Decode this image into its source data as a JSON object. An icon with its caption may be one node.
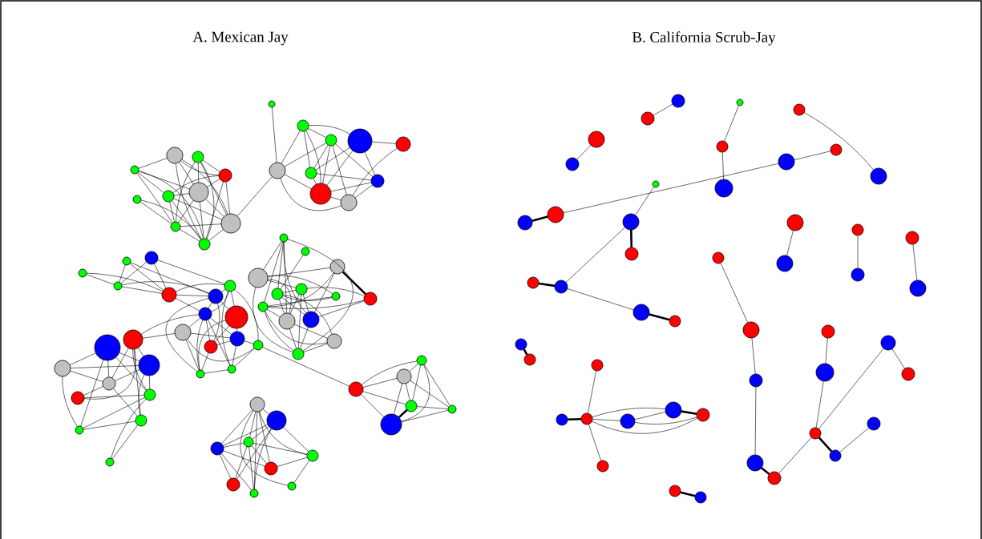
{
  "diagram": {
    "labels": [
      "A. Mexican Jay",
      "B. California Scrub-Jay"
    ],
    "nodes": [
      {
        "text": [],
        "shape": "circle"
      },
      {
        "text": [],
        "shape": "circle"
      },
      {
        "text": [],
        "shape": "circle"
      },
      {
        "text": [],
        "shape": "circle"
      },
      {
        "text": [],
        "shape": "circle"
      },
      {
        "text": [],
        "shape": "circle"
      },
      {
        "text": [],
        "shape": "circle"
      },
      {
        "text": [],
        "shape": "circle"
      },
      {
        "text": [],
        "shape": "circle"
      },
      {
        "text": [],
        "shape": "circle"
      },
      {
        "text": [],
        "shape": "circle"
      },
      {
        "text": [],
        "shape": "circle"
      },
      {
        "text": [],
        "shape": "circle"
      },
      {
        "text": [],
        "shape": "circle"
      },
      {
        "text": [],
        "shape": "circle"
      },
      {
        "text": [],
        "shape": "circle"
      },
      {
        "text": [],
        "shape": "circle"
      },
      {
        "text": [],
        "shape": "circle"
      },
      {
        "text": [],
        "shape": "circle"
      },
      {
        "text": [],
        "shape": "circle"
      },
      {
        "text": [],
        "shape": "circle"
      },
      {
        "text": [],
        "shape": "circle"
      },
      {
        "text": [],
        "shape": "circle"
      },
      {
        "text": [],
        "shape": "circle"
      },
      {
        "text": [],
        "shape": "circle"
      },
      {
        "text": [],
        "shape": "circle"
      },
      {
        "text": [],
        "shape": "circle"
      },
      {
        "text": [],
        "shape": "circle"
      },
      {
        "text": [],
        "shape": "circle"
      },
      {
        "text": [],
        "shape": "circle"
      },
      {
        "text": [],
        "shape": "circle"
      },
      {
        "text": [],
        "shape": "circle"
      },
      {
        "text": [],
        "shape": "circle"
      },
      {
        "text": [],
        "shape": "circle"
      },
      {
        "text": [],
        "shape": "circle"
      },
      {
        "text": [],
        "shape": "circle"
      },
      {
        "text": [],
        "shape": "circle"
      },
      {
        "text": [],
        "shape": "circle"
      },
      {
        "text": [],
        "shape": "circle"
      },
      {
        "text": [],
        "shape": "circle"
      },
      {
        "text": [],
        "shape": "circle"
      },
      {
        "text": [],
        "shape": "circle"
      },
      {
        "text": [],
        "shape": "circle"
      },
      {
        "text": [],
        "shape": "circle"
      },
      {
        "text": [],
        "shape": "circle"
      },
      {
        "text": [],
        "shape": "circle"
      },
      {
        "text": [],
        "shape": "circle"
      },
      {
        "text": [],
        "shape": "circle"
      },
      {
        "text": [],
        "shape": "circle"
      },
      {
        "text": [],
        "shape": "circle"
      },
      {
        "text": [],
        "shape": "circle"
      },
      {
        "text": [],
        "shape": "circle"
      },
      {
        "text": [],
        "shape": "circle"
      },
      {
        "text": [],
        "shape": "circle"
      },
      {
        "text": [],
        "shape": "circle"
      },
      {
        "text": [],
        "shape": "circle"
      },
      {
        "text": [],
        "shape": "circle"
      },
      {
        "text": [],
        "shape": "circle"
      },
      {
        "text": [],
        "shape": "circle"
      },
      {
        "text": [],
        "shape": "circle"
      },
      {
        "text": [],
        "shape": "circle"
      },
      {
        "text": [],
        "shape": "circle"
      },
      {
        "text": [],
        "shape": "circle"
      },
      {
        "text": [],
        "shape": "circle"
      },
      {
        "text": [],
        "shape": "circle"
      },
      {
        "text": [],
        "shape": "circle"
      },
      {
        "text": [],
        "shape": "circle"
      },
      {
        "text": [],
        "shape": "circle"
      },
      {
        "text": [],
        "shape": "circle"
      },
      {
        "text": [],
        "shape": "circle"
      },
      {
        "text": [],
        "shape": "circle"
      },
      {
        "text": [],
        "shape": "circle"
      },
      {
        "text": [],
        "shape": "circle"
      },
      {
        "text": [],
        "shape": "circle"
      },
      {
        "text": [],
        "shape": "circle"
      },
      {
        "text": [],
        "shape": "circle"
      },
      {
        "text": [],
        "shape": "circle"
      },
      {
        "text": [],
        "shape": "circle"
      },
      {
        "text": [],
        "shape": "circle"
      },
      {
        "text": [],
        "shape": "circle"
      },
      {
        "text": [],
        "shape": "circle"
      },
      {
        "text": [],
        "shape": "circle"
      },
      {
        "text": [],
        "shape": "circle"
      },
      {
        "text": [],
        "shape": "circle"
      },
      {
        "text": [],
        "shape": "circle"
      },
      {
        "text": [],
        "shape": "circle"
      },
      {
        "text": [],
        "shape": "circle"
      },
      {
        "text": [],
        "shape": "circle"
      },
      {
        "text": [],
        "shape": "circle"
      },
      {
        "text": [],
        "shape": "circle"
      },
      {
        "text": [],
        "shape": "circle"
      },
      {
        "text": [],
        "shape": "circle"
      },
      {
        "text": [],
        "shape": "circle"
      },
      {
        "text": [],
        "shape": "circle"
      },
      {
        "text": [],
        "shape": "circle"
      },
      {
        "text": [],
        "shape": "circle"
      },
      {
        "text": [],
        "shape": "circle"
      },
      {
        "text": [],
        "shape": "circle"
      },
      {
        "text": [],
        "shape": "circle"
      },
      {
        "text": [],
        "shape": "circle"
      },
      {
        "text": [],
        "shape": "circle"
      },
      {
        "text": [],
        "shape": "circle"
      },
      {
        "text": [],
        "shape": "circle"
      },
      {
        "text": [],
        "shape": "circle"
      },
      {
        "text": [],
        "shape": "circle"
      },
      {
        "text": [],
        "shape": "circle"
      },
      {
        "text": [],
        "shape": "circle"
      },
      {
        "text": [],
        "shape": "circle"
      },
      {
        "text": [],
        "shape": "circle"
      },
      {
        "text": [],
        "shape": "circle"
      },
      {
        "text": [],
        "shape": "circle"
      },
      {
        "text": [],
        "shape": "circle"
      },
      {
        "text": [],
        "shape": "circle"
      },
      {
        "text": [],
        "shape": "circle"
      },
      {
        "text": [],
        "shape": "circle"
      },
      {
        "text": [],
        "shape": "circle"
      },
      {
        "text": [],
        "shape": "circle"
      },
      {
        "text": [],
        "shape": "circle"
      },
      {
        "text": [],
        "shape": "circle"
      },
      {
        "text": [],
        "shape": "circle"
      },
      {
        "text": [],
        "shape": "circle"
      },
      {
        "text": [],
        "shape": "circle"
      }
    ],
    "edges": [
      {
        "from": 0,
        "to": 2,
        "arrow": "none"
      },
      {
        "from": 0,
        "to": 5,
        "arrow": "none"
      },
      {
        "from": 0,
        "to": 7,
        "arrow": "none"
      },
      {
        "from": 0,
        "to": 9,
        "arrow": "none"
      },
      {
        "from": 0,
        "to": 6,
        "arrow": "none"
      },
      {
        "from": 1,
        "to": 7,
        "arrow": "none"
      },
      {
        "from": 1,
        "to": 9,
        "arrow": "none"
      },
      {
        "from": 2,
        "to": 6,
        "arrow": "none"
      },
      {
        "from": 2,
        "to": 4,
        "arrow": "none"
      },
      {
        "from": 2,
        "to": 8,
        "arrow": "none"
      },
      {
        "from": 2,
        "to": 9,
        "arrow": "none"
      },
      {
        "from": 3,
        "to": 4,
        "arrow": "none"
      },
      {
        "from": 3,
        "to": 6,
        "arrow": "none"
      },
      {
        "from": 3,
        "to": 9,
        "arrow": "none"
      },
      {
        "from": 3,
        "to": 8,
        "arrow": "none"
      },
      {
        "from": 3,
        "to": 7,
        "arrow": "none"
      },
      {
        "from": 4,
        "to": 6,
        "arrow": "none"
      },
      {
        "from": 4,
        "to": 8,
        "arrow": "none"
      },
      {
        "from": 4,
        "to": 5,
        "arrow": "none"
      },
      {
        "from": 4,
        "to": 9,
        "arrow": "none"
      },
      {
        "from": 5,
        "to": 6,
        "arrow": "none"
      },
      {
        "from": 5,
        "to": 7,
        "arrow": "none"
      },
      {
        "from": 5,
        "to": 9,
        "arrow": "none"
      },
      {
        "from": 5,
        "to": 8,
        "arrow": "none"
      },
      {
        "from": 6,
        "to": 7,
        "arrow": "none"
      },
      {
        "from": 6,
        "to": 9,
        "arrow": "none"
      },
      {
        "from": 6,
        "to": 8,
        "arrow": "none"
      },
      {
        "from": 7,
        "to": 9,
        "arrow": "none"
      },
      {
        "from": 7,
        "to": 8,
        "arrow": "none"
      },
      {
        "from": 8,
        "to": 9,
        "arrow": "none"
      },
      {
        "from": 8,
        "to": 11,
        "arrow": "none"
      },
      {
        "from": 10,
        "to": 11,
        "arrow": "none"
      },
      {
        "from": 11,
        "to": 12,
        "arrow": "none"
      },
      {
        "from": 11,
        "to": 13,
        "arrow": "none"
      },
      {
        "from": 11,
        "to": 17,
        "arrow": "none"
      },
      {
        "from": 11,
        "to": 18,
        "arrow": "none"
      },
      {
        "from": 12,
        "to": 13,
        "arrow": "none"
      },
      {
        "from": 12,
        "to": 14,
        "arrow": "none"
      },
      {
        "from": 12,
        "to": 16,
        "arrow": "none"
      },
      {
        "from": 12,
        "to": 17,
        "arrow": "none"
      },
      {
        "from": 13,
        "to": 16,
        "arrow": "none"
      },
      {
        "from": 13,
        "to": 18,
        "arrow": "none"
      },
      {
        "from": 13,
        "to": 19,
        "arrow": "none"
      },
      {
        "from": 14,
        "to": 15,
        "arrow": "none"
      },
      {
        "from": 14,
        "to": 17,
        "arrow": "none"
      },
      {
        "from": 14,
        "to": 19,
        "arrow": "none"
      },
      {
        "from": 14,
        "to": 16,
        "arrow": "none"
      },
      {
        "from": 15,
        "to": 18,
        "arrow": "none"
      },
      {
        "from": 16,
        "to": 19,
        "arrow": "none"
      },
      {
        "from": 16,
        "to": 17,
        "arrow": "none"
      },
      {
        "from": 17,
        "to": 18,
        "arrow": "none"
      },
      {
        "from": 17,
        "to": 19,
        "arrow": "none"
      },
      {
        "from": 18,
        "to": 19,
        "arrow": "none"
      },
      {
        "from": 13,
        "to": 17,
        "arrow": "none"
      },
      {
        "from": 20,
        "to": 23,
        "arrow": "none"
      },
      {
        "from": 20,
        "to": 24,
        "arrow": "none"
      },
      {
        "from": 21,
        "to": 23,
        "arrow": "none"
      },
      {
        "from": 21,
        "to": 24,
        "arrow": "none"
      },
      {
        "from": 21,
        "to": 26,
        "arrow": "none"
      },
      {
        "from": 22,
        "to": 23,
        "arrow": "none"
      },
      {
        "from": 22,
        "to": 24,
        "arrow": "none"
      },
      {
        "from": 22,
        "to": 25,
        "arrow": "none"
      },
      {
        "from": 23,
        "to": 24,
        "arrow": "none"
      },
      {
        "from": 23,
        "to": 26,
        "arrow": "none"
      },
      {
        "from": 24,
        "to": 26,
        "arrow": "none"
      },
      {
        "from": 24,
        "to": 27,
        "arrow": "none"
      },
      {
        "from": 24,
        "to": 25,
        "arrow": "none"
      },
      {
        "from": 25,
        "to": 26,
        "arrow": "none"
      },
      {
        "from": 25,
        "to": 27,
        "arrow": "none"
      },
      {
        "from": 25,
        "to": 28,
        "arrow": "none"
      },
      {
        "from": 25,
        "to": 32,
        "arrow": "none"
      },
      {
        "from": 25,
        "to": 34,
        "arrow": "none"
      },
      {
        "from": 26,
        "to": 27,
        "arrow": "none"
      },
      {
        "from": 26,
        "to": 28,
        "arrow": "none"
      },
      {
        "from": 26,
        "to": 30,
        "arrow": "none"
      },
      {
        "from": 26,
        "to": 33,
        "arrow": "none"
      },
      {
        "from": 27,
        "to": 29,
        "arrow": "none"
      },
      {
        "from": 27,
        "to": 30,
        "arrow": "none"
      },
      {
        "from": 27,
        "to": 33,
        "arrow": "none"
      },
      {
        "from": 27,
        "to": 31,
        "arrow": "none"
      },
      {
        "from": 27,
        "to": 34,
        "arrow": "none"
      },
      {
        "from": 28,
        "to": 30,
        "arrow": "none"
      },
      {
        "from": 28,
        "to": 31,
        "arrow": "none"
      },
      {
        "from": 28,
        "to": 33,
        "arrow": "none"
      },
      {
        "from": 29,
        "to": 31,
        "arrow": "none"
      },
      {
        "from": 29,
        "to": 32,
        "arrow": "none"
      },
      {
        "from": 29,
        "to": 33,
        "arrow": "none"
      },
      {
        "from": 30,
        "to": 31,
        "arrow": "none"
      },
      {
        "from": 30,
        "to": 33,
        "arrow": "none"
      },
      {
        "from": 31,
        "to": 32,
        "arrow": "none"
      },
      {
        "from": 31,
        "to": 34,
        "arrow": "none"
      },
      {
        "from": 32,
        "to": 34,
        "arrow": "none"
      },
      {
        "from": 33,
        "to": 34,
        "arrow": "none"
      },
      {
        "from": 32,
        "to": 67,
        "arrow": "none"
      },
      {
        "from": 27,
        "to": 49,
        "arrow": "none"
      },
      {
        "from": 29,
        "to": 49,
        "arrow": "none"
      },
      {
        "from": 35,
        "to": 37,
        "arrow": "none"
      },
      {
        "from": 35,
        "to": 42,
        "arrow": "none"
      },
      {
        "from": 35,
        "to": 43,
        "arrow": "none"
      },
      {
        "from": 35,
        "to": 44,
        "arrow": "none"
      },
      {
        "from": 35,
        "to": 47,
        "arrow": "none"
      },
      {
        "from": 35,
        "to": 39,
        "arrow": "none"
      },
      {
        "from": 36,
        "to": 39,
        "arrow": "none"
      },
      {
        "from": 37,
        "to": 38,
        "arrow": "none"
      },
      {
        "from": 37,
        "to": 40,
        "arrow": "none"
      },
      {
        "from": 37,
        "to": 41,
        "arrow": "none"
      },
      {
        "from": 37,
        "to": 43,
        "arrow": "none"
      },
      {
        "from": 37,
        "to": 47,
        "arrow": "none"
      },
      {
        "from": 38,
        "to": 45,
        "arrow": "none",
        "style": "thick"
      },
      {
        "from": 38,
        "to": 42,
        "arrow": "none"
      },
      {
        "from": 38,
        "to": 44,
        "arrow": "none"
      },
      {
        "from": 39,
        "to": 40,
        "arrow": "none"
      },
      {
        "from": 39,
        "to": 41,
        "arrow": "none"
      },
      {
        "from": 39,
        "to": 43,
        "arrow": "none"
      },
      {
        "from": 39,
        "to": 44,
        "arrow": "none"
      },
      {
        "from": 39,
        "to": 46,
        "arrow": "none"
      },
      {
        "from": 40,
        "to": 43,
        "arrow": "none"
      },
      {
        "from": 40,
        "to": 44,
        "arrow": "none"
      },
      {
        "from": 40,
        "to": 45,
        "arrow": "none"
      },
      {
        "from": 40,
        "to": 47,
        "arrow": "none"
      },
      {
        "from": 41,
        "to": 42,
        "arrow": "none"
      },
      {
        "from": 42,
        "to": 43,
        "arrow": "none"
      },
      {
        "from": 42,
        "to": 46,
        "arrow": "none"
      },
      {
        "from": 42,
        "to": 47,
        "arrow": "none"
      },
      {
        "from": 43,
        "to": 47,
        "arrow": "none"
      },
      {
        "from": 44,
        "to": 45,
        "arrow": "none"
      },
      {
        "from": 44,
        "to": 47,
        "arrow": "none"
      },
      {
        "from": 45,
        "to": 42,
        "arrow": "none"
      },
      {
        "from": 46,
        "to": 47,
        "arrow": "none"
      },
      {
        "from": 43,
        "to": 46,
        "arrow": "none"
      },
      {
        "from": 48,
        "to": 50,
        "arrow": "none"
      },
      {
        "from": 48,
        "to": 52,
        "arrow": "none"
      },
      {
        "from": 48,
        "to": 51,
        "arrow": "none"
      },
      {
        "from": 48,
        "to": 54,
        "arrow": "none"
      },
      {
        "from": 48,
        "to": 56,
        "arrow": "none"
      },
      {
        "from": 49,
        "to": 51,
        "arrow": "none"
      },
      {
        "from": 49,
        "to": 52,
        "arrow": "none"
      },
      {
        "from": 49,
        "to": 53,
        "arrow": "none"
      },
      {
        "from": 49,
        "to": 54,
        "arrow": "none"
      },
      {
        "from": 49,
        "to": 55,
        "arrow": "none"
      },
      {
        "from": 50,
        "to": 51,
        "arrow": "none"
      },
      {
        "from": 50,
        "to": 52,
        "arrow": "none"
      },
      {
        "from": 50,
        "to": 56,
        "arrow": "none"
      },
      {
        "from": 51,
        "to": 52,
        "arrow": "none"
      },
      {
        "from": 51,
        "to": 54,
        "arrow": "none"
      },
      {
        "from": 51,
        "to": 55,
        "arrow": "none"
      },
      {
        "from": 52,
        "to": 53,
        "arrow": "none"
      },
      {
        "from": 52,
        "to": 55,
        "arrow": "none"
      },
      {
        "from": 53,
        "to": 54,
        "arrow": "none"
      },
      {
        "from": 54,
        "to": 56,
        "arrow": "none"
      },
      {
        "from": 54,
        "to": 57,
        "arrow": "none"
      },
      {
        "from": 55,
        "to": 56,
        "arrow": "none"
      },
      {
        "from": 55,
        "to": 57,
        "arrow": "none"
      },
      {
        "from": 58,
        "to": 59,
        "arrow": "none"
      },
      {
        "from": 58,
        "to": 60,
        "arrow": "none"
      },
      {
        "from": 58,
        "to": 61,
        "arrow": "none"
      },
      {
        "from": 58,
        "to": 63,
        "arrow": "none"
      },
      {
        "from": 58,
        "to": 65,
        "arrow": "none"
      },
      {
        "from": 58,
        "to": 62,
        "arrow": "none"
      },
      {
        "from": 58,
        "to": 66,
        "arrow": "none"
      },
      {
        "from": 59,
        "to": 60,
        "arrow": "none"
      },
      {
        "from": 59,
        "to": 61,
        "arrow": "none"
      },
      {
        "from": 59,
        "to": 62,
        "arrow": "none"
      },
      {
        "from": 59,
        "to": 64,
        "arrow": "none"
      },
      {
        "from": 59,
        "to": 65,
        "arrow": "none"
      },
      {
        "from": 60,
        "to": 61,
        "arrow": "none"
      },
      {
        "from": 60,
        "to": 63,
        "arrow": "none"
      },
      {
        "from": 60,
        "to": 64,
        "arrow": "none"
      },
      {
        "from": 60,
        "to": 65,
        "arrow": "none"
      },
      {
        "from": 61,
        "to": 62,
        "arrow": "none"
      },
      {
        "from": 61,
        "to": 63,
        "arrow": "none"
      },
      {
        "from": 61,
        "to": 65,
        "arrow": "none"
      },
      {
        "from": 62,
        "to": 63,
        "arrow": "none"
      },
      {
        "from": 62,
        "to": 66,
        "arrow": "none"
      },
      {
        "from": 61,
        "to": 64,
        "arrow": "none"
      },
      {
        "from": 67,
        "to": 68,
        "arrow": "none"
      },
      {
        "from": 67,
        "to": 69,
        "arrow": "none"
      },
      {
        "from": 67,
        "to": 71,
        "arrow": "none"
      },
      {
        "from": 67,
        "to": 70,
        "arrow": "none"
      },
      {
        "from": 68,
        "to": 69,
        "arrow": "none"
      },
      {
        "from": 68,
        "to": 70,
        "arrow": "none"
      },
      {
        "from": 68,
        "to": 71,
        "arrow": "none"
      },
      {
        "from": 68,
        "to": 72,
        "arrow": "none"
      },
      {
        "from": 69,
        "to": 70,
        "arrow": "none"
      },
      {
        "from": 69,
        "to": 71,
        "arrow": "none"
      },
      {
        "from": 69,
        "to": 72,
        "arrow": "none"
      },
      {
        "from": 70,
        "to": 72,
        "arrow": "none"
      },
      {
        "from": 71,
        "to": 72,
        "arrow": "none"
      },
      {
        "from": 71,
        "to": 70,
        "arrow": "none",
        "style": "thick"
      },
      {
        "from": 73,
        "to": 74,
        "arrow": "none"
      },
      {
        "from": 75,
        "to": 76,
        "arrow": "none"
      },
      {
        "from": 77,
        "to": 78,
        "arrow": "none"
      },
      {
        "from": 78,
        "to": 79,
        "arrow": "none"
      },
      {
        "from": 80,
        "to": 81,
        "arrow": "none"
      },
      {
        "from": 82,
        "to": 83,
        "arrow": "none"
      },
      {
        "from": 83,
        "to": 84,
        "arrow": "none"
      },
      {
        "from": 84,
        "to": 85,
        "arrow": "none",
        "style": "thick"
      },
      {
        "from": 86,
        "to": 87,
        "arrow": "none"
      },
      {
        "from": 87,
        "to": 88,
        "arrow": "none",
        "style": "thick"
      },
      {
        "from": 87,
        "to": 90,
        "arrow": "none"
      },
      {
        "from": 89,
        "to": 90,
        "arrow": "none",
        "style": "thick"
      },
      {
        "from": 90,
        "to": 91,
        "arrow": "none"
      },
      {
        "from": 91,
        "to": 92,
        "arrow": "none",
        "style": "thick"
      },
      {
        "from": 93,
        "to": 94,
        "arrow": "none"
      },
      {
        "from": 95,
        "to": 96,
        "arrow": "none"
      },
      {
        "from": 97,
        "to": 98,
        "arrow": "none"
      },
      {
        "from": 99,
        "to": 100,
        "arrow": "none"
      },
      {
        "from": 100,
        "to": 101,
        "arrow": "none"
      },
      {
        "from": 101,
        "to": 102,
        "arrow": "none"
      },
      {
        "from": 102,
        "to": 103,
        "arrow": "none",
        "style": "thick"
      },
      {
        "from": 103,
        "to": 107,
        "arrow": "none"
      },
      {
        "from": 104,
        "to": 105,
        "arrow": "none"
      },
      {
        "from": 105,
        "to": 107,
        "arrow": "none"
      },
      {
        "from": 107,
        "to": 108,
        "arrow": "none",
        "style": "thick"
      },
      {
        "from": 106,
        "to": 109,
        "arrow": "none"
      },
      {
        "from": 106,
        "to": 107,
        "arrow": "none"
      },
      {
        "from": 108,
        "to": 110,
        "arrow": "none"
      },
      {
        "from": 111,
        "to": 112,
        "arrow": "none",
        "style": "thick"
      },
      {
        "from": 113,
        "to": 115,
        "arrow": "none"
      },
      {
        "from": 114,
        "to": 115,
        "arrow": "none",
        "style": "thick"
      },
      {
        "from": 115,
        "to": 116,
        "arrow": "none"
      },
      {
        "from": 115,
        "to": 117,
        "arrow": "none"
      },
      {
        "from": 115,
        "to": 118,
        "arrow": "none"
      },
      {
        "from": 115,
        "to": 119,
        "arrow": "none"
      },
      {
        "from": 117,
        "to": 118,
        "arrow": "none"
      },
      {
        "from": 117,
        "to": 119,
        "arrow": "none"
      },
      {
        "from": 118,
        "to": 119,
        "arrow": "none",
        "style": "thick"
      },
      {
        "from": 120,
        "to": 121,
        "arrow": "none",
        "style": "thick"
      }
    ]
  }
}
